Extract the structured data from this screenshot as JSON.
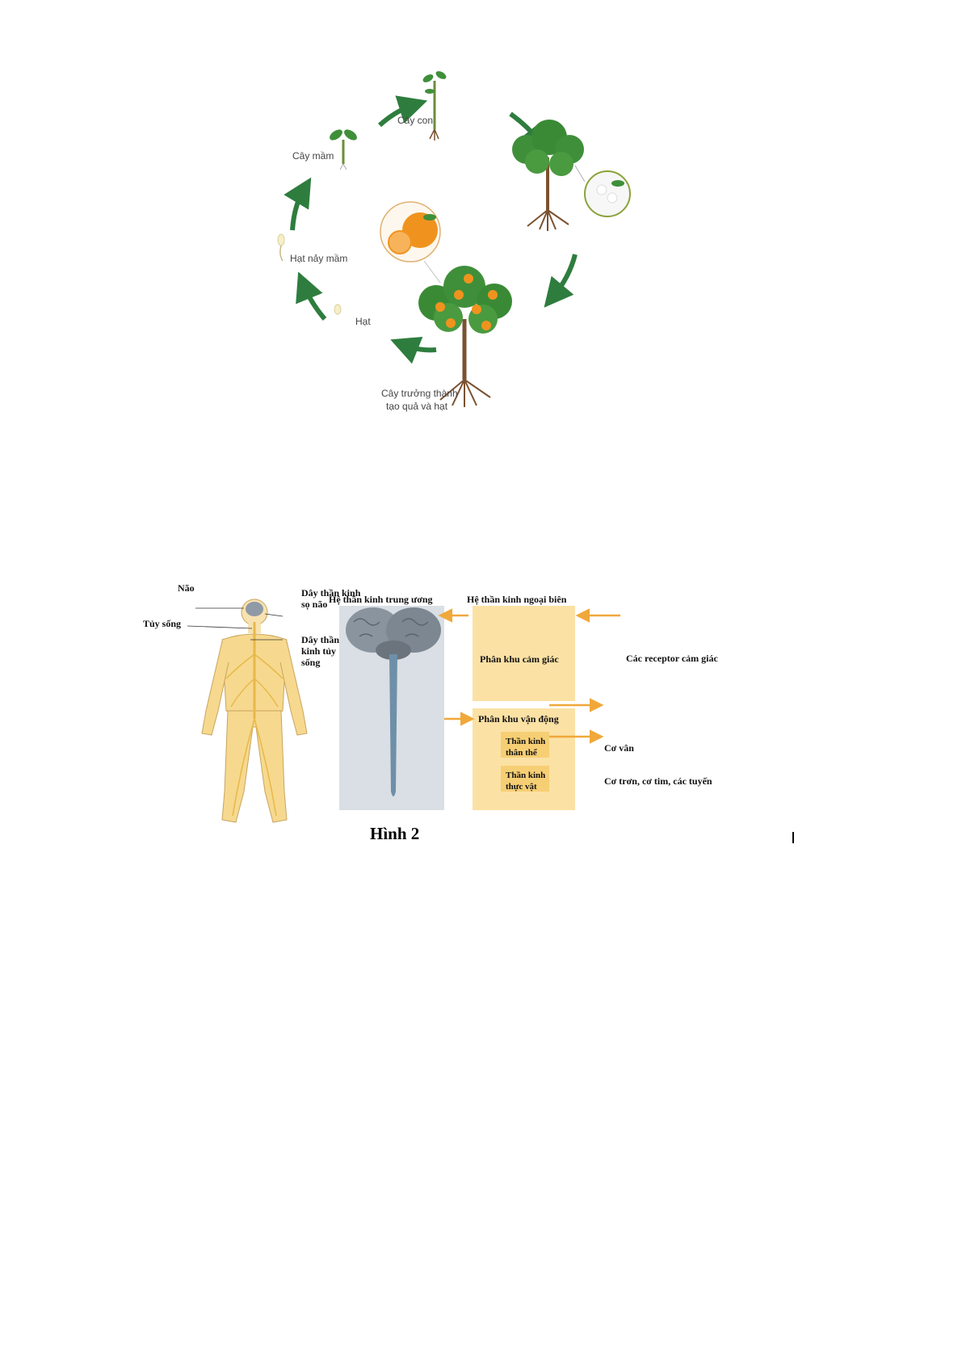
{
  "figure1": {
    "labels": {
      "cay_con": "Cây con",
      "cay_mam": "Cây mầm",
      "hat_nay_mam": "Hạt nảy mầm",
      "hat": "Hạt",
      "cay_truong_thanh_1": "Cây trưởng thành",
      "cay_truong_thanh_2": "tạo quả và hạt"
    },
    "colors": {
      "arrow": "#2e7d3e",
      "leaf": "#3f8f3a",
      "orange": "#f0931e",
      "root": "#7a5230"
    }
  },
  "figure2": {
    "labels": {
      "nao": "Não",
      "day_than_kinh_so_nao": "Dây thần kinh sọ não",
      "tuy_song": "Tủy sống",
      "day_than_kinh_tuy_song": "Dây thần kinh tủy sống",
      "he_tk_trung_uong": "Hệ thần kinh trung ương",
      "he_tk_ngoai_bien": "Hệ thần kinh ngoại biên",
      "phan_khu_cam_giac": "Phân khu cảm giác",
      "cac_receptor": "Các receptor cảm giác",
      "phan_khu_van_dong": "Phân khu vận động",
      "than_kinh_than_the": "Thần kinh thân thể",
      "than_kinh_thuc_vat": "Thần kinh thực vật",
      "co_van": "Cơ vân",
      "co_tron": "Cơ trơn, cơ tim, các tuyến"
    },
    "caption": "Hình 2",
    "colors": {
      "panel_cns": "#d9dfe4",
      "panel_pns": "#fbe1a4",
      "box": "#f6cf74",
      "arrow": "#f0a83a"
    }
  }
}
